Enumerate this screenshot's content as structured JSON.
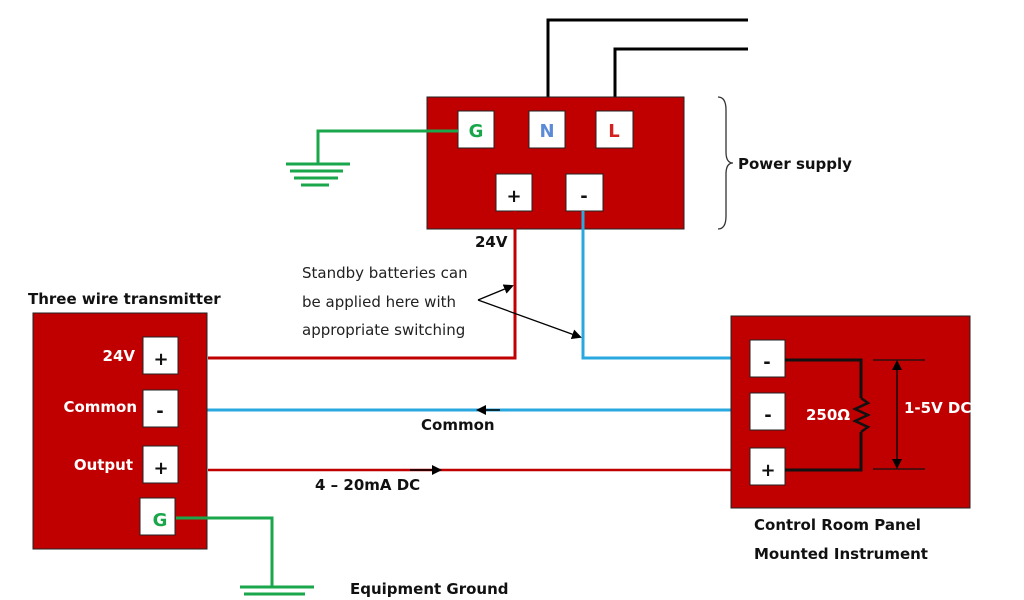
{
  "colors": {
    "box": "#c00000",
    "hot_wire": "#c00000",
    "common_wire": "#29a8e0",
    "ground_wire": "#1aa64a",
    "ac_wire": "#000000",
    "terminal_g": "#1aa64a",
    "terminal_n": "#5b8bd6",
    "terminal_l": "#d42020"
  },
  "power_supply": {
    "label": "Power supply",
    "terminals": {
      "g": "G",
      "n": "N",
      "l": "L",
      "plus": "+",
      "minus": "-"
    },
    "output_label": "24V"
  },
  "note": {
    "lines": [
      "Standby batteries can",
      "be applied here with",
      "appropriate switching"
    ]
  },
  "transmitter": {
    "title": "Three wire transmitter",
    "rows": [
      {
        "label": "24V",
        "terminal": "+"
      },
      {
        "label": "Common",
        "terminal": "-"
      },
      {
        "label": "Output",
        "terminal": "+"
      },
      {
        "label": "",
        "terminal": "G"
      }
    ]
  },
  "wires": {
    "common_label": "Common",
    "signal_label": "4 – 20mA DC"
  },
  "instrument": {
    "title_line1": "Control Room Panel",
    "title_line2": "Mounted Instrument",
    "terminals": [
      "-",
      "-",
      "+"
    ],
    "resistor_label": "250Ω",
    "voltage_label": "1-5V DC"
  },
  "ground": {
    "label": "Equipment Ground"
  }
}
